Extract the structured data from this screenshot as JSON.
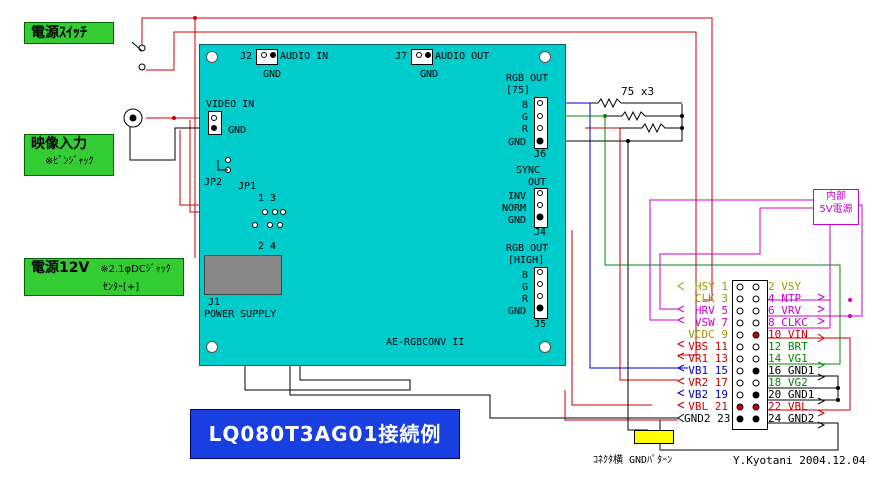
{
  "labels": {
    "power_switch": "電源ｽｲｯﾁ",
    "video_input": "映像入力",
    "video_input_sub": "※ﾋﾟﾝｼﾞｬｯｸ",
    "power_12v": "電源12V",
    "power_12v_sub1": "※2.1φDCｼﾞｬｯｸ",
    "power_12v_sub2": "ｾﾝﾀｰ[+]",
    "title": "LQ080T3AG01接続例",
    "resistors": "75 x3",
    "power_5v_line1": "内部",
    "power_5v_line2": "5V電源",
    "gnd_pattern": "ｺﾈｸﾀ横 GNDﾊﾟﾀｰﾝ",
    "credit": "Y.Kyotani 2004.12.04"
  },
  "board": {
    "name": "AE-RGBCONV II",
    "j2": "J2",
    "audio_in": "AUDIO IN",
    "gnd_a": "GND",
    "j7": "J7",
    "audio_out": "AUDIO OUT",
    "gnd_b": "GND",
    "video_in": "VIDEO IN",
    "video_gnd": "GND",
    "jp2": "JP2",
    "jp1": "JP1",
    "jp1_top": "1  3",
    "jp1_bot": "2  4",
    "j1": "J1",
    "power_supply": "POWER SUPPLY",
    "rgb75_title": "RGB OUT",
    "rgb75_sub": "[75]",
    "rgb75_pins": [
      "B",
      "G",
      "R",
      "GND"
    ],
    "j6": "J6",
    "sync_title": "SYNC",
    "sync_sub": "OUT",
    "sync_pins": [
      "INV",
      "NORM",
      "GND"
    ],
    "j4": "J4",
    "rgbh_title": "RGB OUT",
    "rgbh_sub": "[HIGH]",
    "rgbh_pins": [
      "B",
      "G",
      "R",
      "GND"
    ],
    "j5": "J5"
  },
  "connector_left": [
    {
      "name": "HSY",
      "num": "1",
      "color": "#999900"
    },
    {
      "name": "CLK",
      "num": "3",
      "color": "#999900"
    },
    {
      "name": "HRV",
      "num": "5",
      "color": "#cc00cc"
    },
    {
      "name": "VSW",
      "num": "7",
      "color": "#cc00cc"
    },
    {
      "name": "VCDC",
      "num": "9",
      "color": "#999900"
    },
    {
      "name": "VBS",
      "num": "11",
      "color": "#cc0000"
    },
    {
      "name": "VR1",
      "num": "13",
      "color": "#cc0000"
    },
    {
      "name": "VB1",
      "num": "15",
      "color": "#0000cc"
    },
    {
      "name": "VR2",
      "num": "17",
      "color": "#cc0000"
    },
    {
      "name": "VB2",
      "num": "19",
      "color": "#0000cc"
    },
    {
      "name": "VBL",
      "num": "21",
      "color": "#cc0000"
    },
    {
      "name": "GND2",
      "num": "23",
      "color": "#000000"
    }
  ],
  "connector_right": [
    {
      "name": "VSY",
      "num": "2",
      "color": "#999900"
    },
    {
      "name": "NTP",
      "num": "4",
      "color": "#cc00cc"
    },
    {
      "name": "VRV",
      "num": "6",
      "color": "#cc00cc"
    },
    {
      "name": "CLKC",
      "num": "8",
      "color": "#cc00cc"
    },
    {
      "name": "VIN",
      "num": "10",
      "color": "#cc0000"
    },
    {
      "name": "BRT",
      "num": "12",
      "color": "#008800"
    },
    {
      "name": "VG1",
      "num": "14",
      "color": "#008800"
    },
    {
      "name": "GND1",
      "num": "16",
      "color": "#000000"
    },
    {
      "name": "VG2",
      "num": "18",
      "color": "#008800"
    },
    {
      "name": "GND1",
      "num": "20",
      "color": "#000000"
    },
    {
      "name": "VBL",
      "num": "22",
      "color": "#cc0000"
    },
    {
      "name": "GND2",
      "num": "24",
      "color": "#000000"
    }
  ],
  "colors": {
    "board": "#00cccc",
    "label_box": "#33cc33",
    "title_box": "#1a3fe0",
    "wire_red": "#cc0000",
    "wire_blue": "#0000cc",
    "wire_green": "#008800",
    "wire_magenta": "#cc00cc",
    "wire_black": "#000000"
  }
}
